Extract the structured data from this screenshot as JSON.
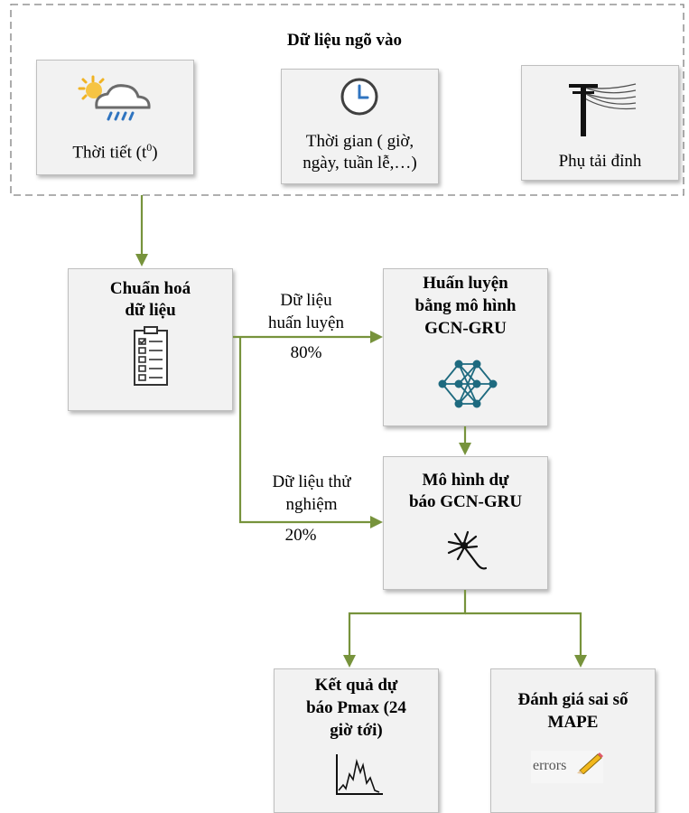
{
  "input_group": {
    "title": "Dữ liệu ngõ vào",
    "weather_label": "Thời tiết (t",
    "weather_sup": "0",
    "weather_close": ")",
    "time_line1": "Thời gian ( giờ,",
    "time_line2": "ngày, tuần lễ,…)",
    "load_label": "Phụ tải đỉnh"
  },
  "normalize": {
    "line1": "Chuẩn hoá",
    "line2": "dữ liệu"
  },
  "train_split": {
    "line1": "Dữ liệu",
    "line2": "huấn luyện",
    "line3": "80%"
  },
  "test_split": {
    "line1": "Dữ liệu thử",
    "line2": "nghiệm",
    "line3": "20%"
  },
  "training": {
    "line1": "Huấn luyện",
    "line2": "bằng mô hình",
    "line3": "GCN-GRU"
  },
  "model": {
    "line1": "Mô hình dự",
    "line2": "báo GCN-GRU"
  },
  "result": {
    "line1": "Kết quả dự",
    "line2": "báo Pmax (24",
    "line3": "giờ tới)"
  },
  "evaluation": {
    "line1": "Đánh giá sai số",
    "line2": "MAPE",
    "icon_text": "errors"
  },
  "colors": {
    "arrow": "#77933c",
    "box_fill": "#f2f2f2",
    "box_border": "#bfbfbf",
    "dash_border": "#7f7f7f"
  },
  "icons": [
    "weather-icon",
    "clock-icon",
    "power-pole-icon",
    "checklist-icon",
    "neural-network-icon",
    "neuron-icon",
    "chart-icon",
    "pencil-icon"
  ]
}
